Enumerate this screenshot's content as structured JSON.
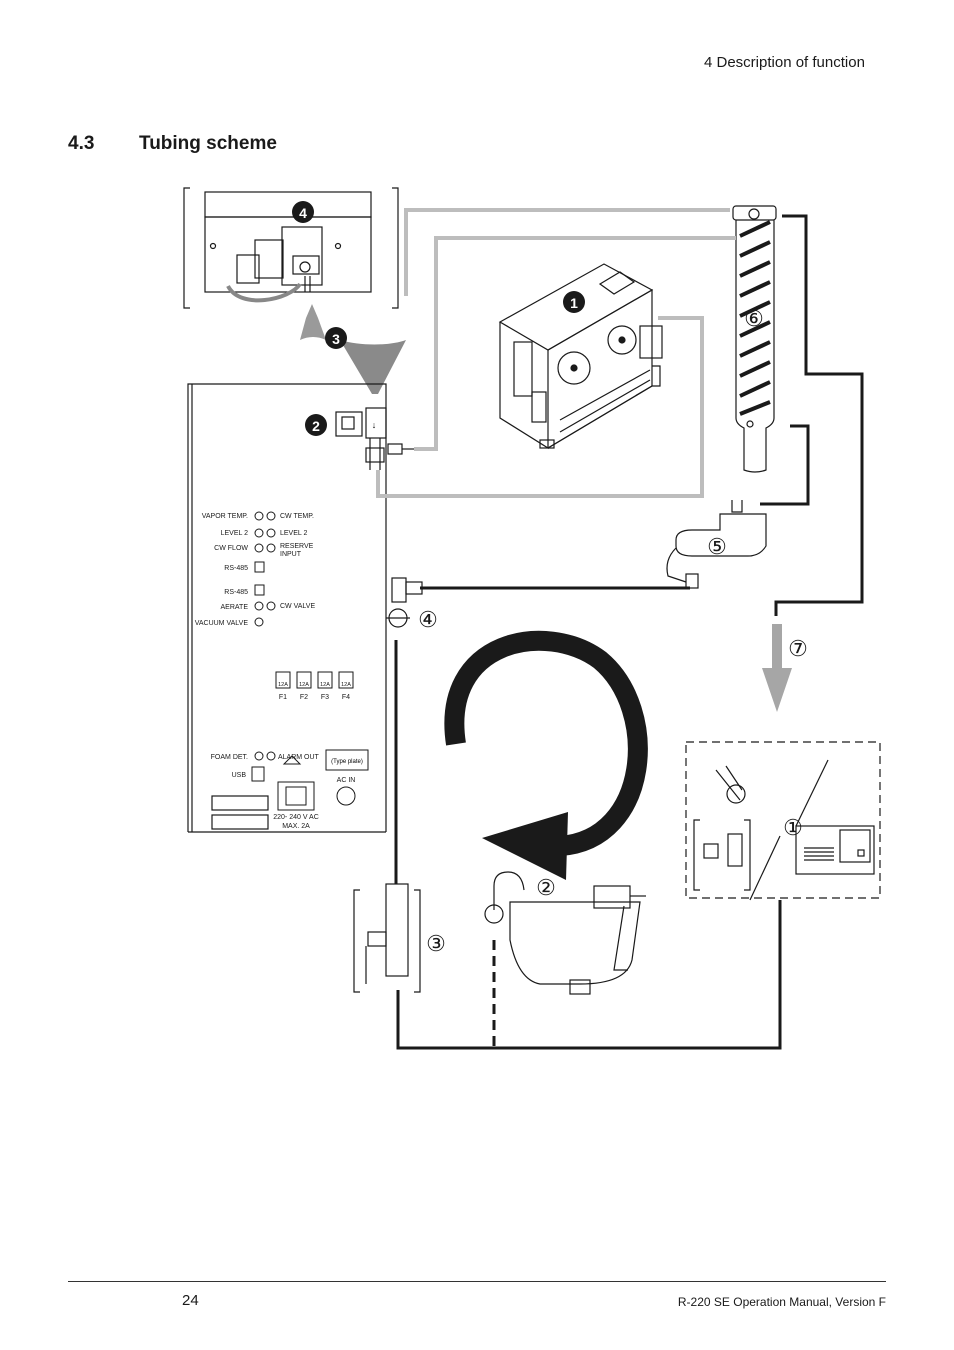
{
  "header": {
    "chapter": "4   Description of function"
  },
  "section": {
    "number": "4.3",
    "title": "Tubing scheme"
  },
  "callouts": {
    "filled": [
      "1",
      "2",
      "3",
      "4"
    ],
    "outlined": [
      "①",
      "②",
      "③",
      "④",
      "⑤",
      "⑥",
      "⑦"
    ]
  },
  "panel": {
    "vapor_temp": "VAPOR TEMP.",
    "cw_temp": "CW TEMP.",
    "level2_left": "LEVEL 2",
    "level2_right": "LEVEL 2",
    "cw_flow": "CW FLOW",
    "reserve_input_1": "RESERVE",
    "reserve_input_2": "INPUT",
    "rs485_a": "RS-485",
    "rs485_b": "RS-485",
    "aerate": "AERATE",
    "cw_valve": "CW VALVE",
    "vacuum_valve": "VACUUM VALVE",
    "fuse_rating": "12A",
    "fuses": [
      "F1",
      "F2",
      "F3",
      "F4"
    ],
    "foam_det": "FOAM DET.",
    "alarm_out": "ALARM OUT",
    "type_plate": "(Type plate)",
    "usb": "USB",
    "ac_in": "AC IN",
    "voltage": "220- 240 V AC",
    "max_current": "MAX. 2A"
  },
  "footer": {
    "page_number": "24",
    "document": "R-220 SE Operation Manual, Version F"
  }
}
